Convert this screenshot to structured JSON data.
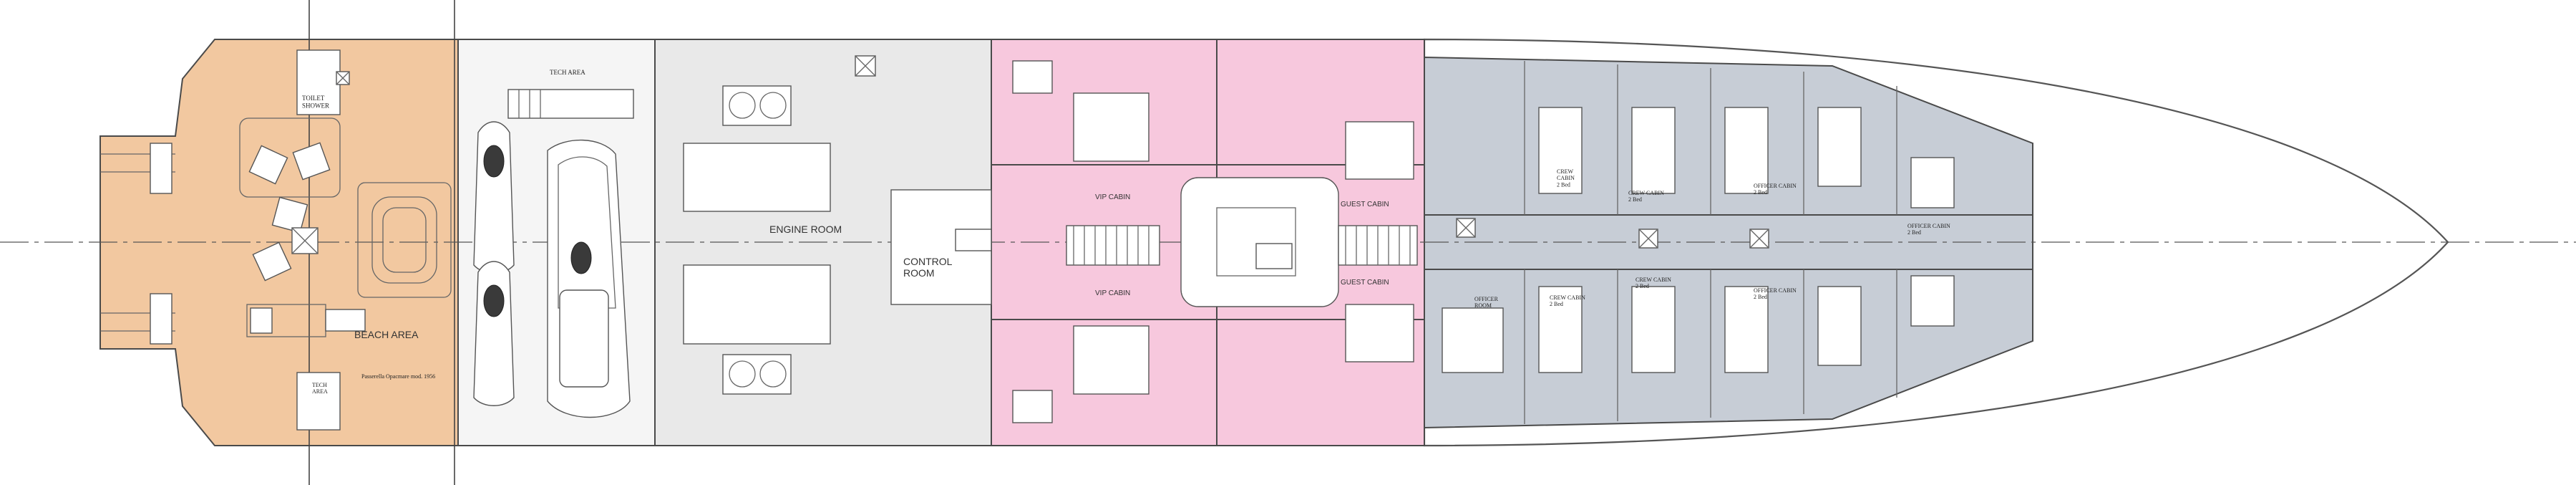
{
  "colors": {
    "beach_area": "#f2c8a0",
    "tech_area": "#f5f5f5",
    "engine_room": "#e9e9e9",
    "guest_area": "#f7c8dd",
    "crew_area": "#c7cdd6",
    "bow": "#ffffff",
    "line": "#4a4a4a",
    "centerline": "#555555"
  },
  "labels": {
    "toilet_shower": "TOILET\nSHOWER",
    "beach_area": "BEACH AREA",
    "tech_area_top": "TECH AREA",
    "tech_area_bottom": "TECH\nAREA",
    "passerelle": "Passerella Opacmare mod. 1956",
    "engine_room": "ENGINE ROOM",
    "control_room": "CONTROL\nROOM",
    "vip_cabin_top": "VIP CABIN",
    "vip_cabin_bottom": "VIP CABIN",
    "guest_cabin_top": "GUEST CABIN",
    "guest_cabin_bottom": "GUEST CABIN",
    "crew_cabin_aft": "CREW\nCABIN\n2 Bed",
    "crew_cabin_mid_top": "CREW CABIN\n2 Bed",
    "crew_cabin_mid_bottom": "CREW CABIN\n2 Bed",
    "crew_cabin_lower": "CREW CABIN\n2 Bed",
    "officer_cabin_top": "OFFICER CABIN\n2 Bed",
    "officer_cabin_bottom": "OFFICER CABIN\n2 Bed",
    "officer_room": "OFFICER\nROOM",
    "officer_cabin_fwd": "OFFICER CABIN\n2 Bed"
  }
}
